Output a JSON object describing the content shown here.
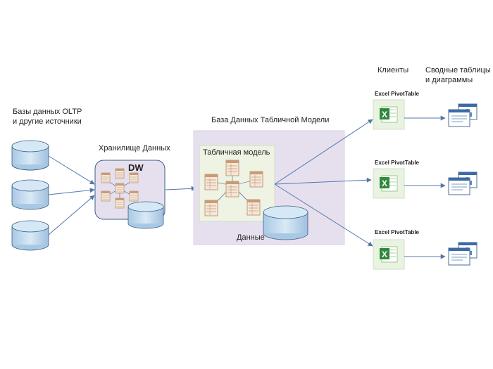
{
  "labels": {
    "oltp": "Базы данных OLTP\nи другие источники",
    "warehouse": "Хранилище Данных",
    "dw": "DW",
    "tabular_db": "База Данных Табличной Модели",
    "tabular_model": "Табличная модель",
    "data": "Данные",
    "clients": "Клиенты",
    "pivot_charts": "Сводные таблицы\nи диаграммы",
    "excel_1": "Excel PivotTable",
    "excel_2": "Excel PivotTable",
    "excel_3": "Excel PivotTable"
  },
  "colors": {
    "cylinder_fill": "#c7dff1",
    "cylinder_stroke": "#3c5f86",
    "dw_panel": "#e6e0ee",
    "model_panel": "#e6e0ee",
    "model_inner": "#eef3e4",
    "table_header": "#c99b74",
    "arrow": "#5577aa",
    "excel_green": "#2e8a3d"
  }
}
